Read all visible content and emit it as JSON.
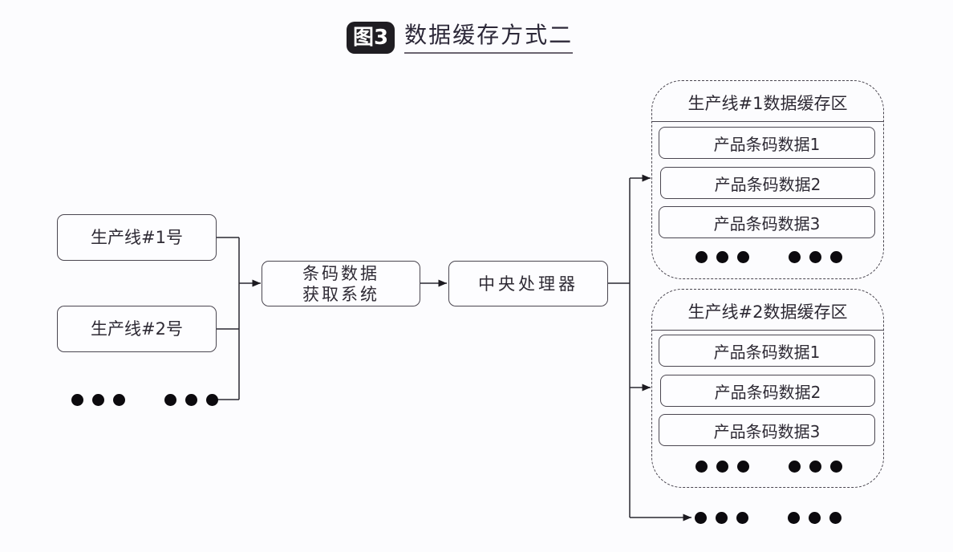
{
  "title": {
    "badge": "图3",
    "text": "数据缓存方式二"
  },
  "production_lines": [
    {
      "label": "生产线#1号"
    },
    {
      "label": "生产线#2号"
    }
  ],
  "acquisition_system": {
    "line1": "条码数据",
    "line2": "获取系统"
  },
  "cpu": {
    "label": "中央处理器"
  },
  "cache_areas": [
    {
      "title": "生产线#1数据缓存区",
      "items": [
        "产品条码数据1",
        "产品条码数据2",
        "产品条码数据3"
      ]
    },
    {
      "title": "生产线#2数据缓存区",
      "items": [
        "产品条码数据1",
        "产品条码数据2",
        "产品条码数据3"
      ]
    }
  ],
  "ellipsis_icon": "more-dots-icon"
}
